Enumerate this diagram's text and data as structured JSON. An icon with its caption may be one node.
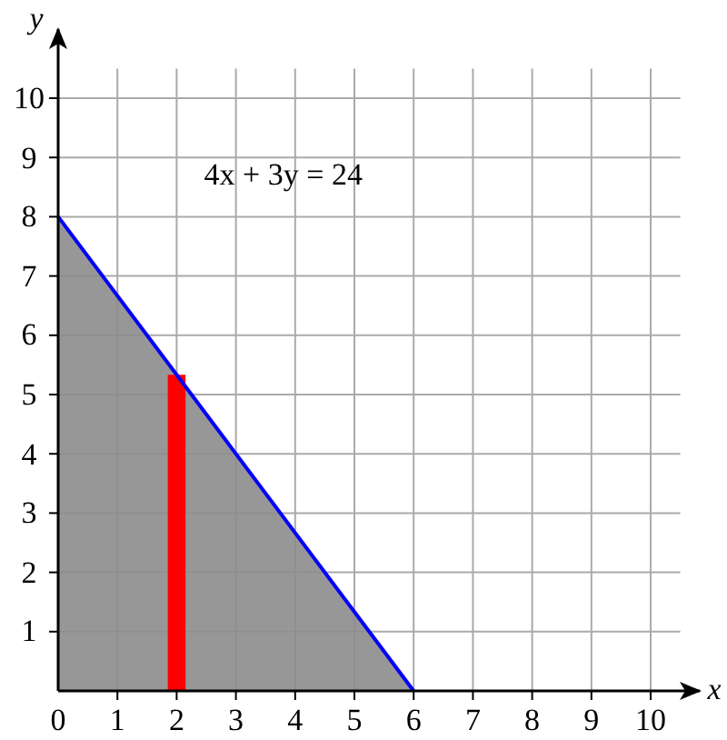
{
  "diagram": {
    "labels": [
      "y",
      "10",
      "9",
      "4x + 3y = 24",
      "8",
      "7",
      "6",
      "5",
      "4",
      "3",
      "2",
      "1",
      "0",
      "1",
      "2",
      "3",
      "4",
      "5",
      "6",
      "7",
      "8",
      "9",
      "10",
      "x"
    ]
  }
}
